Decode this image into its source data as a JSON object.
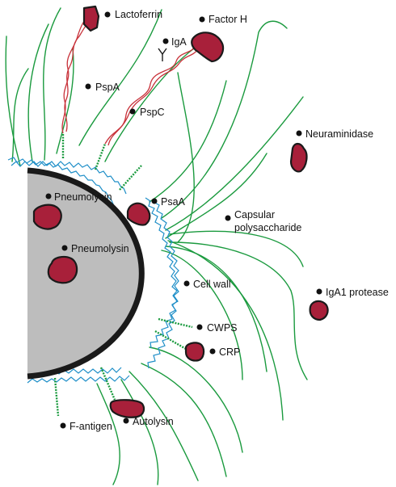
{
  "labels": {
    "lactoferrin": "Lactoferrin",
    "factor_h": "Factor H",
    "iga": "IgA",
    "pspa": "PspA",
    "pspc": "PspC",
    "neuraminidase": "Neuraminidase",
    "pneumolysin_1": "Pneumolysin",
    "pneumolysin_2": "Pneumolysin",
    "psaa": "PsaA",
    "capsular_1": "Capsular",
    "capsular_2": "polysaccharide",
    "cell_wall": "Cell wall",
    "iga1_protease": "IgA1 protease",
    "cwps": "CWPS",
    "crp": "CRP",
    "f_antigen": "F-antigen",
    "autolysin": "Autolysin"
  },
  "colors": {
    "cell_fill": "#bdbdbd",
    "cell_wall": "#1a1a1a",
    "capsule": "#1f8fc8",
    "pili": "#1a9a3e",
    "protein": "#a8203a",
    "choline_binding_chain": "#c8323a"
  }
}
